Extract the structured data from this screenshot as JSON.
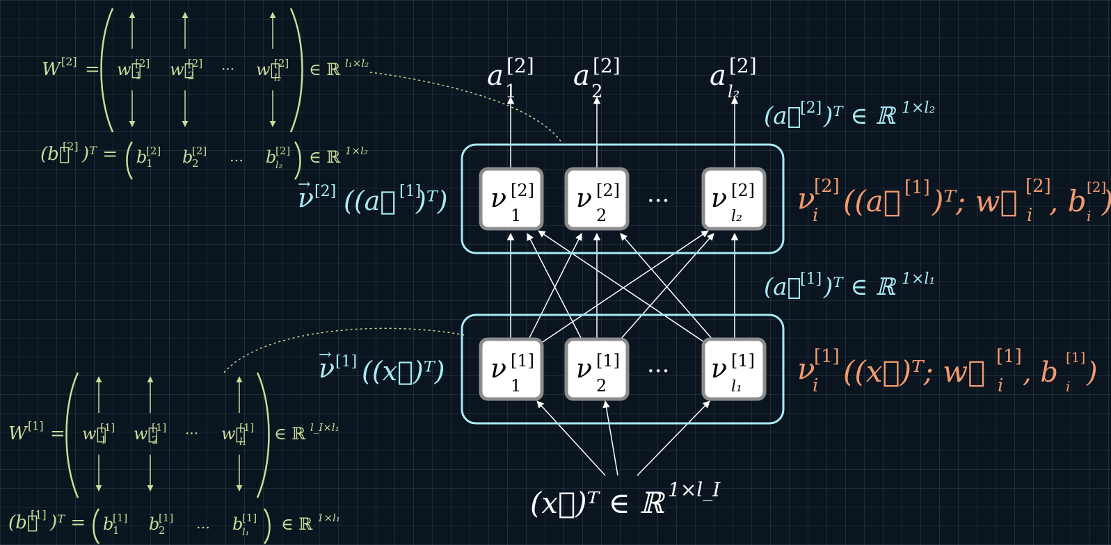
{
  "colors": {
    "background": "#0b1520",
    "grid": "#3a4a5a",
    "white": "#ffffff",
    "cyan": "#a8ecf5",
    "orange": "#f29a6e",
    "green": "#c9dd9a",
    "node_fill": "#ffffff",
    "node_border": "#8c8c8c"
  },
  "layer2": {
    "label": {
      "nu": "ν",
      "sup": "[2]",
      "arg": "((a⃗",
      "arg_sup": "[1]",
      "arg_end": ")ᵀ)"
    },
    "nodes": [
      {
        "name": "ν",
        "sup": "[2]",
        "sub": "1"
      },
      {
        "name": "ν",
        "sup": "[2]",
        "sub": "2"
      },
      {
        "name": "ν",
        "sup": "[2]",
        "sub": "l₂"
      }
    ],
    "dots": "···",
    "function": {
      "nu": "ν",
      "sub": "i",
      "sup": "[2]",
      "body": "((a⃗",
      "body_sup": "[1]",
      "body_mid": ")ᵀ; w⃗",
      "w_sup": "[2]",
      "w_sub": "i",
      "comma": ", b",
      "b_sup": "[2]",
      "b_sub": "i",
      "close": ")"
    },
    "output_space": {
      "lhs": "(a⃗",
      "sup": "[2]",
      "rest": ")ᵀ ∈ ℝ",
      "dim": "1×l₂"
    },
    "outputs": [
      {
        "name": "a",
        "sup": "[2]",
        "sub": "1"
      },
      {
        "name": "a",
        "sup": "[2]",
        "sub": "2"
      },
      {
        "name": "a",
        "sup": "[2]",
        "sub": "l₂"
      }
    ]
  },
  "layer1": {
    "label": {
      "nu": "ν",
      "sup": "[1]",
      "arg": "((x⃗)ᵀ)"
    },
    "nodes": [
      {
        "name": "ν",
        "sup": "[1]",
        "sub": "1"
      },
      {
        "name": "ν",
        "sup": "[1]",
        "sub": "2"
      },
      {
        "name": "ν",
        "sup": "[1]",
        "sub": "l₁"
      }
    ],
    "dots": "···",
    "function": {
      "nu": "ν",
      "sub": "i",
      "sup": "[1]",
      "body": "((x⃗)ᵀ; w⃗",
      "w_sup": "[1]",
      "w_sub": "i",
      "comma": ", b",
      "b_sup": "[1]",
      "b_sub": "i",
      "close": ")"
    },
    "output_space": {
      "lhs": "(a⃗",
      "sup": "[1]",
      "rest": ")ᵀ ∈ ℝ",
      "dim": "1×l₁"
    }
  },
  "input": {
    "text": "(x⃗)ᵀ ∈ ℝ",
    "dim": "1×l_I"
  },
  "matrices": {
    "W2": {
      "lhs": "W",
      "sup": "[2]",
      "eq": "=",
      "cols": [
        {
          "v": "w⃗",
          "sup": "[2]",
          "sub": "1"
        },
        {
          "v": "w⃗",
          "sup": "[2]",
          "sub": "2"
        },
        {
          "v": "w⃗",
          "sup": "[2]",
          "sub": "l₂"
        }
      ],
      "dots": "···",
      "space": "∈ ℝ",
      "dim": "l₁×l₂"
    },
    "b2": {
      "lhs": "(b⃗",
      "sup": "[2]",
      "rest": ")ᵀ =",
      "entries": [
        {
          "v": "b",
          "sup": "[2]",
          "sub": "1"
        },
        {
          "v": "b",
          "sup": "[2]",
          "sub": "2"
        },
        {
          "v": "b",
          "sup": "[2]",
          "sub": "l₂"
        }
      ],
      "dots": "…",
      "space": "∈ ℝ",
      "dim": "1×l₂"
    },
    "W1": {
      "lhs": "W",
      "sup": "[1]",
      "eq": "=",
      "cols": [
        {
          "v": "w⃗",
          "sup": "[1]",
          "sub": "1"
        },
        {
          "v": "w⃗",
          "sup": "[1]",
          "sub": "2"
        },
        {
          "v": "w⃗",
          "sup": "[1]",
          "sub": "l₁"
        }
      ],
      "dots": "···",
      "space": "∈ ℝ",
      "dim": "l_I×l₁"
    },
    "b1": {
      "lhs": "(b⃗",
      "sup": "[1]",
      "rest": ")ᵀ =",
      "entries": [
        {
          "v": "b",
          "sup": "[1]",
          "sub": "1"
        },
        {
          "v": "b",
          "sup": "[1]",
          "sub": "2"
        },
        {
          "v": "b",
          "sup": "[1]",
          "sub": "l₁"
        }
      ],
      "dots": "…",
      "space": "∈ ℝ",
      "dim": "1×l₁"
    }
  }
}
